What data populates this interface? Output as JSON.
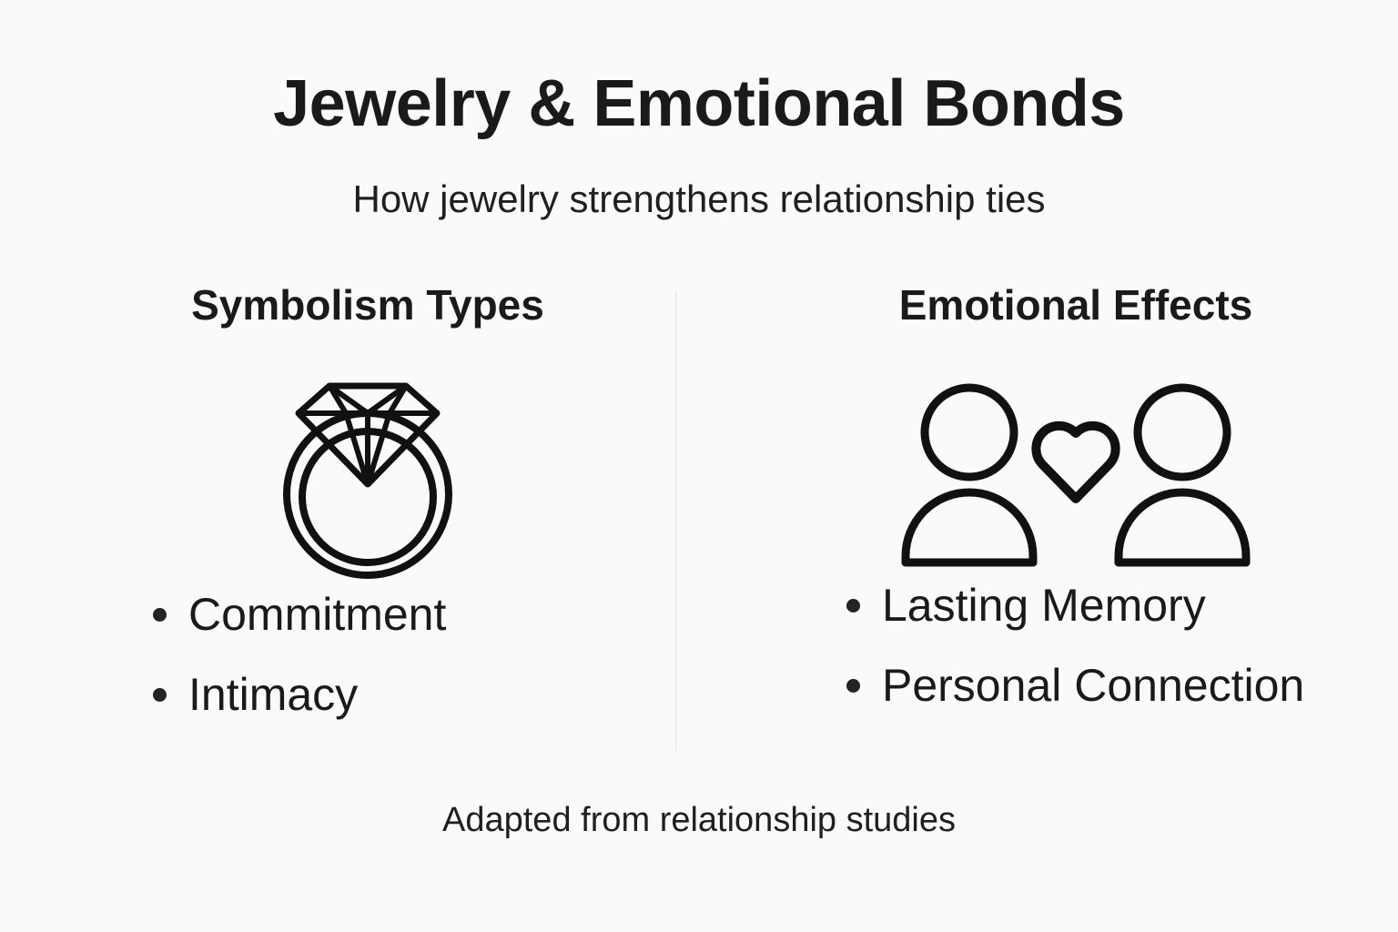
{
  "header": {
    "title": "Jewelry & Emotional Bonds",
    "subtitle": "How jewelry strengthens relationship ties"
  },
  "columns": [
    {
      "heading": "Symbolism Types",
      "icon": "diamond-ring-icon",
      "bullets": [
        "Commitment",
        "Intimacy"
      ]
    },
    {
      "heading": "Emotional Effects",
      "icon": "two-people-heart-icon",
      "bullets": [
        "Lasting Memory",
        "Personal Connection"
      ]
    }
  ],
  "footer": {
    "text": "Adapted from relationship studies"
  },
  "colors": {
    "background": "#FAFAFA",
    "text": "#1A1A1A",
    "divider": "#EDEDED",
    "bullet": "#232323",
    "icon_stroke": "#111111"
  }
}
